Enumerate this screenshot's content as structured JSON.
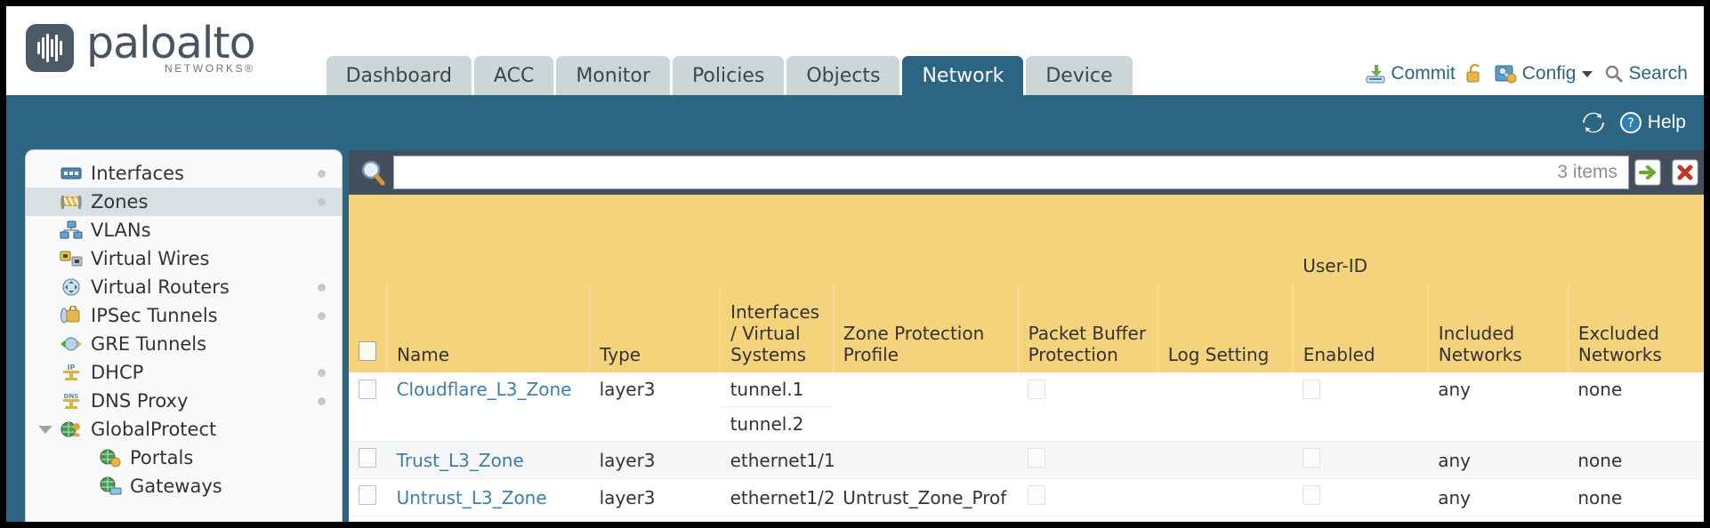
{
  "brand": {
    "name": "paloalto",
    "tagline": "NETWORKS",
    "registered": "®"
  },
  "nav": {
    "tabs": [
      {
        "label": "Dashboard",
        "active": false
      },
      {
        "label": "ACC",
        "active": false
      },
      {
        "label": "Monitor",
        "active": false
      },
      {
        "label": "Policies",
        "active": false
      },
      {
        "label": "Objects",
        "active": false
      },
      {
        "label": "Network",
        "active": true
      },
      {
        "label": "Device",
        "active": false
      }
    ]
  },
  "top_actions": {
    "commit": "Commit",
    "config": "Config",
    "search": "Search"
  },
  "subbar": {
    "help": "Help"
  },
  "sidebar": {
    "items": [
      {
        "label": "Interfaces",
        "icon": "interfaces-icon",
        "selected": false,
        "dot": true,
        "child": false,
        "caret": false
      },
      {
        "label": "Zones",
        "icon": "zones-icon",
        "selected": true,
        "dot": true,
        "child": false,
        "caret": false
      },
      {
        "label": "VLANs",
        "icon": "vlans-icon",
        "selected": false,
        "dot": false,
        "child": false,
        "caret": false
      },
      {
        "label": "Virtual Wires",
        "icon": "virtual-wires-icon",
        "selected": false,
        "dot": false,
        "child": false,
        "caret": false
      },
      {
        "label": "Virtual Routers",
        "icon": "virtual-routers-icon",
        "selected": false,
        "dot": true,
        "child": false,
        "caret": false
      },
      {
        "label": "IPSec Tunnels",
        "icon": "ipsec-tunnels-icon",
        "selected": false,
        "dot": true,
        "child": false,
        "caret": false
      },
      {
        "label": "GRE Tunnels",
        "icon": "gre-tunnels-icon",
        "selected": false,
        "dot": false,
        "child": false,
        "caret": false
      },
      {
        "label": "DHCP",
        "icon": "dhcp-icon",
        "selected": false,
        "dot": true,
        "child": false,
        "caret": false
      },
      {
        "label": "DNS Proxy",
        "icon": "dns-proxy-icon",
        "selected": false,
        "dot": true,
        "child": false,
        "caret": false
      },
      {
        "label": "GlobalProtect",
        "icon": "globalprotect-icon",
        "selected": false,
        "dot": false,
        "child": false,
        "caret": true
      },
      {
        "label": "Portals",
        "icon": "portals-icon",
        "selected": false,
        "dot": false,
        "child": true,
        "caret": false
      },
      {
        "label": "Gateways",
        "icon": "gateways-icon",
        "selected": false,
        "dot": false,
        "child": true,
        "caret": false
      }
    ]
  },
  "search": {
    "value": "",
    "placeholder": "",
    "item_count": "3 items",
    "apply_icon": "apply-filter-icon",
    "clear_icon": "clear-filter-icon"
  },
  "table": {
    "group_header": {
      "label": "User-ID",
      "span": 3
    },
    "columns": [
      "Name",
      "Type",
      "Interfaces / Virtual Systems",
      "Zone Protection Profile",
      "Packet Buffer Protection",
      "Log Setting",
      "Enabled",
      "Included Networks",
      "Excluded Networks"
    ],
    "rows": [
      {
        "name": "Cloudflare_L3_Zone",
        "type": "layer3",
        "interfaces": [
          "tunnel.1",
          "tunnel.2"
        ],
        "zone_protection_profile": "",
        "packet_buffer_protection": false,
        "log_setting": "",
        "userid_enabled": false,
        "included_networks": "any",
        "excluded_networks": "none",
        "alt": false
      },
      {
        "name": "Trust_L3_Zone",
        "type": "layer3",
        "interfaces": [
          "ethernet1/1"
        ],
        "zone_protection_profile": "",
        "packet_buffer_protection": false,
        "log_setting": "",
        "userid_enabled": false,
        "included_networks": "any",
        "excluded_networks": "none",
        "alt": true
      },
      {
        "name": "Untrust_L3_Zone",
        "type": "layer3",
        "interfaces": [
          "ethernet1/2"
        ],
        "zone_protection_profile": "Untrust_Zone_Prof",
        "packet_buffer_protection": false,
        "log_setting": "",
        "userid_enabled": false,
        "included_networks": "any",
        "excluded_networks": "none",
        "alt": false
      }
    ]
  },
  "colors": {
    "brand_blue": "#2b6581",
    "header_yellow": "#f5d37c",
    "group_yellow": "#ddab31",
    "panel_dark": "#434f5c",
    "link_blue": "#3d7fa6"
  }
}
